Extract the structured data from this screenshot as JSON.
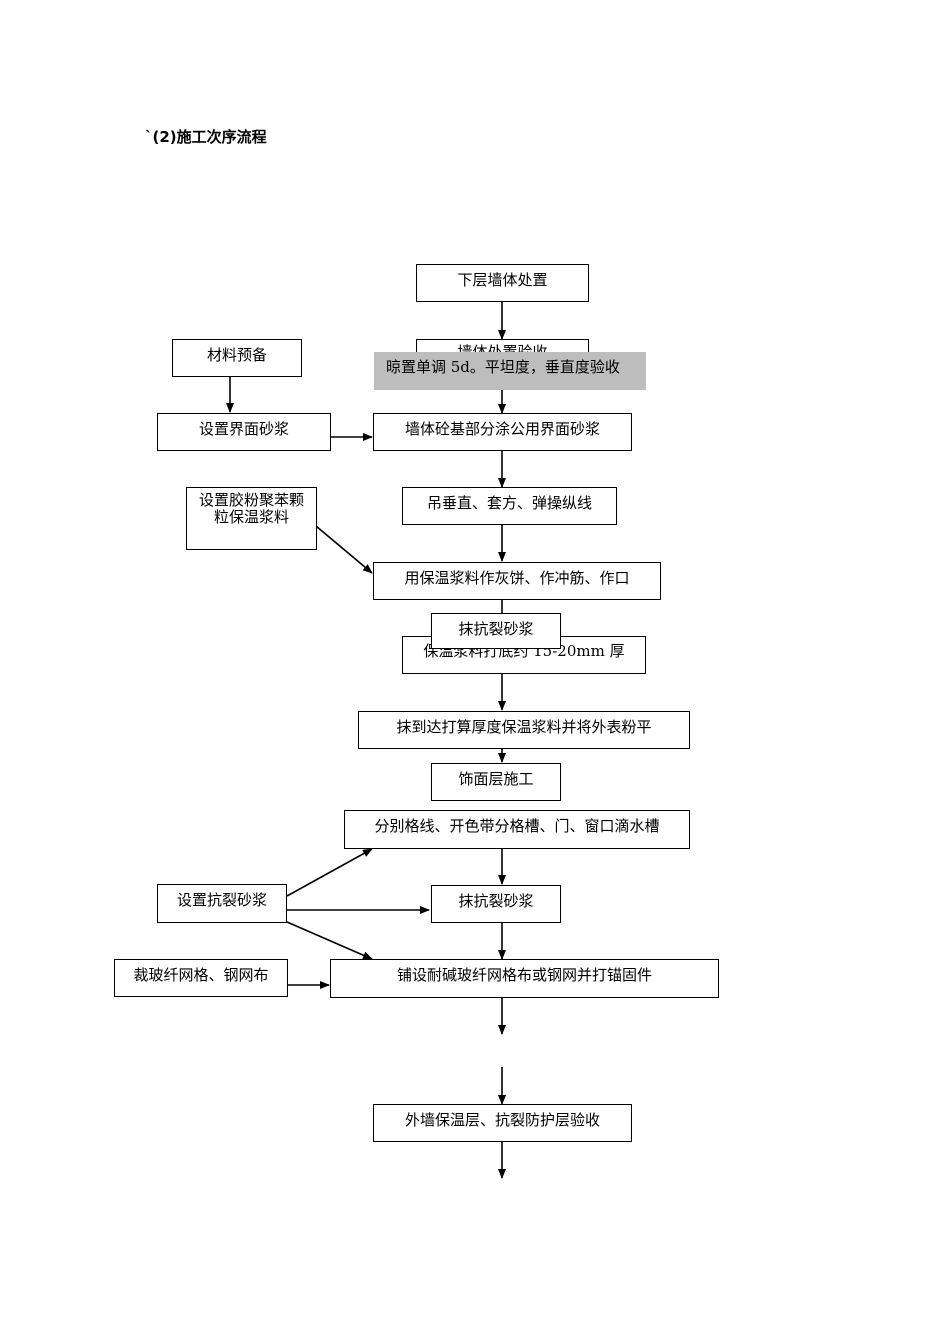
{
  "heading": "`(2)施工次序流程",
  "steps": {
    "wall_prep": "下层墙体处置",
    "wall_accept": "墙体处置验收",
    "dry_note": "晾置单调 5d。平坦度，垂直度验收",
    "interface_apply": "墙体砼基部分涂公用界面砂浆",
    "plumb_line": "吊垂直、套方、弹操纵线",
    "cake_rib": "用保温浆料作灰饼、作冲筋、作口",
    "anti_crack_top": "抹抗裂砂浆",
    "base_coat": "保温浆料打底约 15-20mm 厚",
    "final_coat": "抹到达打算厚度保温浆料并将外表粉平",
    "finish_layer": "饰面层施工",
    "grid_lines": "分别格线、开色带分格槽、门、窗口滴水槽",
    "anti_crack": "抹抗裂砂浆",
    "mesh_lay": "铺设耐碱玻纤网格布或钢网并打锚固件",
    "acceptance": "外墙保温层、抗裂防护层验收"
  },
  "side": {
    "material_prep": "材料预备",
    "interface_mortar": "设置界面砂浆",
    "insulation_slurry": "设置胶粉聚苯颗粒保温浆料",
    "anti_crack_mortar": "设置抗裂砂浆",
    "cut_mesh": "裁玻纤网格、钢网布"
  }
}
